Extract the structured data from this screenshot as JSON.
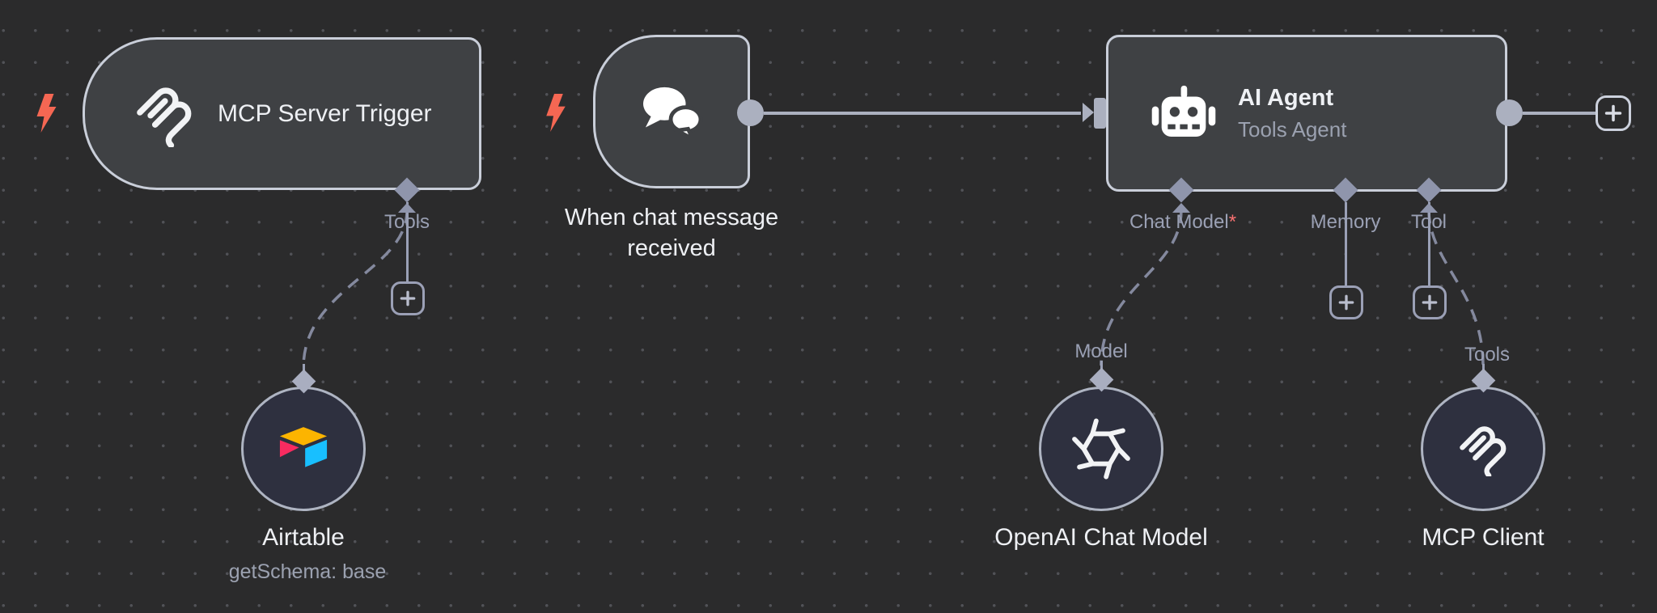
{
  "canvas": {
    "type": "workflow-editor"
  },
  "colors": {
    "bg": "#2b2b2c",
    "dot": "#515257",
    "node_bg": "#3f4144",
    "node_border": "#c9ced9",
    "circle_bg": "#2e303f",
    "circle_border": "#aeb4c2",
    "title": "#eef0f4",
    "muted": "#9ba1b0",
    "port": "#8f95ac",
    "line": "#abb0bf",
    "dash": "#84899e",
    "label": "#9aa0b4",
    "bolt": "#f56753",
    "required": "#f87171",
    "airtable_yellow": "#fcb400",
    "airtable_pink": "#f82b60",
    "airtable_blue": "#18bfff"
  },
  "nodes": {
    "mcp_trigger": {
      "title": "MCP Server Trigger",
      "icon": "mcp-icon"
    },
    "chat_trigger": {
      "caption": "When chat message received",
      "icon": "chat-bubbles-icon"
    },
    "ai_agent": {
      "title": "AI Agent",
      "subtitle": "Tools Agent",
      "icon": "robot-icon"
    },
    "airtable": {
      "caption": "Airtable",
      "subcaption": "getSchema: base",
      "icon": "airtable-icon"
    },
    "openai": {
      "caption": "OpenAI Chat Model",
      "icon": "openai-icon"
    },
    "mcp_client": {
      "caption": "MCP Client",
      "icon": "mcp-icon"
    }
  },
  "ports": {
    "trigger_tools": "Tools",
    "chat_model": "Chat Model",
    "chat_model_required": "*",
    "memory": "Memory",
    "tool": "Tool",
    "model": "Model",
    "client_tools": "Tools"
  }
}
